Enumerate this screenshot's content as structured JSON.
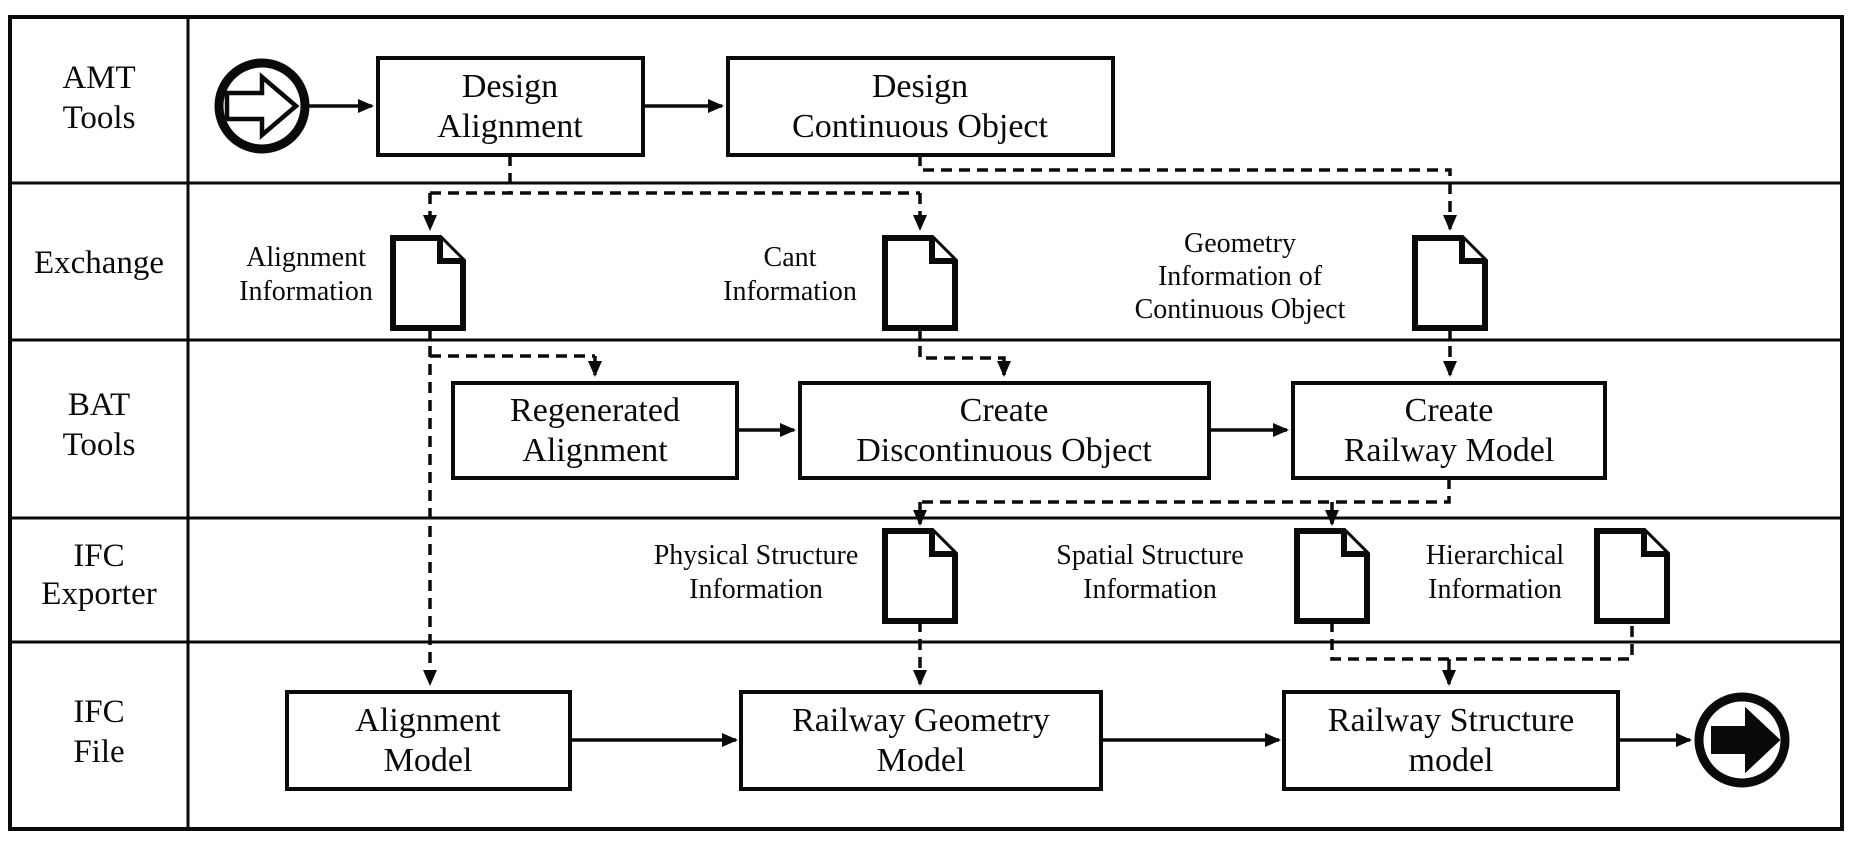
{
  "diagram": {
    "title": "AMT-BAT IFC export process swimlane diagram",
    "colors": {
      "ink": "#0a0a0a",
      "paper": "#ffffff"
    },
    "lanes": [
      {
        "id": "amt-tools",
        "lines": [
          "AMT",
          "Tools"
        ]
      },
      {
        "id": "exchange",
        "lines": [
          "Exchange"
        ]
      },
      {
        "id": "bat-tools",
        "lines": [
          "BAT",
          "Tools"
        ]
      },
      {
        "id": "ifc-exporter",
        "lines": [
          "IFC",
          "Exporter"
        ]
      },
      {
        "id": "ifc-file",
        "lines": [
          "IFC",
          "File"
        ]
      }
    ],
    "nodes": {
      "design_alignment": [
        "Design",
        "Alignment"
      ],
      "design_continuous_object": [
        "Design",
        "Continuous Object"
      ],
      "regenerated_alignment": [
        "Regenerated",
        "Alignment"
      ],
      "create_discontinuous_object": [
        "Create",
        "Discontinuous Object"
      ],
      "create_railway_model": [
        "Create",
        "Railway Model"
      ],
      "alignment_model": [
        "Alignment",
        "Model"
      ],
      "railway_geometry_model": [
        "Railway Geometry",
        "Model"
      ],
      "railway_structure_model": [
        "Railway Structure",
        "model"
      ]
    },
    "documents": {
      "alignment_information": [
        "Alignment",
        "Information"
      ],
      "cant_information": [
        "Cant",
        "Information"
      ],
      "geometry_information": [
        "Geometry",
        "Information of",
        "Continuous Object"
      ],
      "physical_structure": [
        "Physical Structure",
        "Information"
      ],
      "spatial_structure": [
        "Spatial Structure",
        "Information"
      ],
      "hierarchical_information": [
        "Hierarchical",
        "Information"
      ]
    },
    "icons": {
      "start_event": "start-arrow-in-circle",
      "end_event": "end-arrow-in-circle"
    }
  }
}
